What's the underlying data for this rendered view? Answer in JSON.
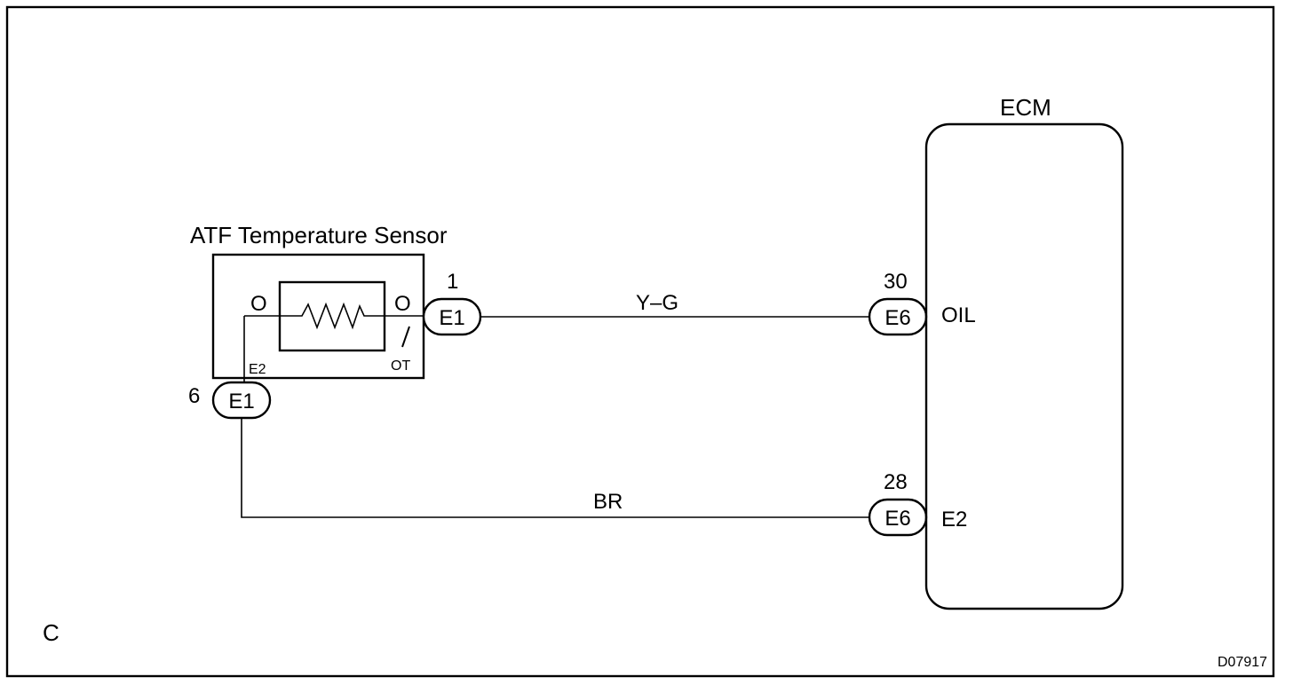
{
  "sensor": {
    "title": "ATF Temperature Sensor",
    "left_pin": "O",
    "right_pin": "O",
    "e2_label": "E2",
    "ot_label": "OT"
  },
  "connectors": {
    "sensor_top": {
      "label": "E1",
      "pin": "1"
    },
    "sensor_bottom": {
      "label": "E1",
      "pin": "6"
    },
    "ecm_oil": {
      "label": "E6",
      "pin": "30"
    },
    "ecm_e2": {
      "label": "E6",
      "pin": "28"
    }
  },
  "wires": {
    "signal": "Y–G",
    "ground": "BR"
  },
  "ecm": {
    "title": "ECM",
    "oil_terminal": "OIL",
    "e2_terminal": "E2"
  },
  "corner_label": "C",
  "figure_id": "D07917"
}
